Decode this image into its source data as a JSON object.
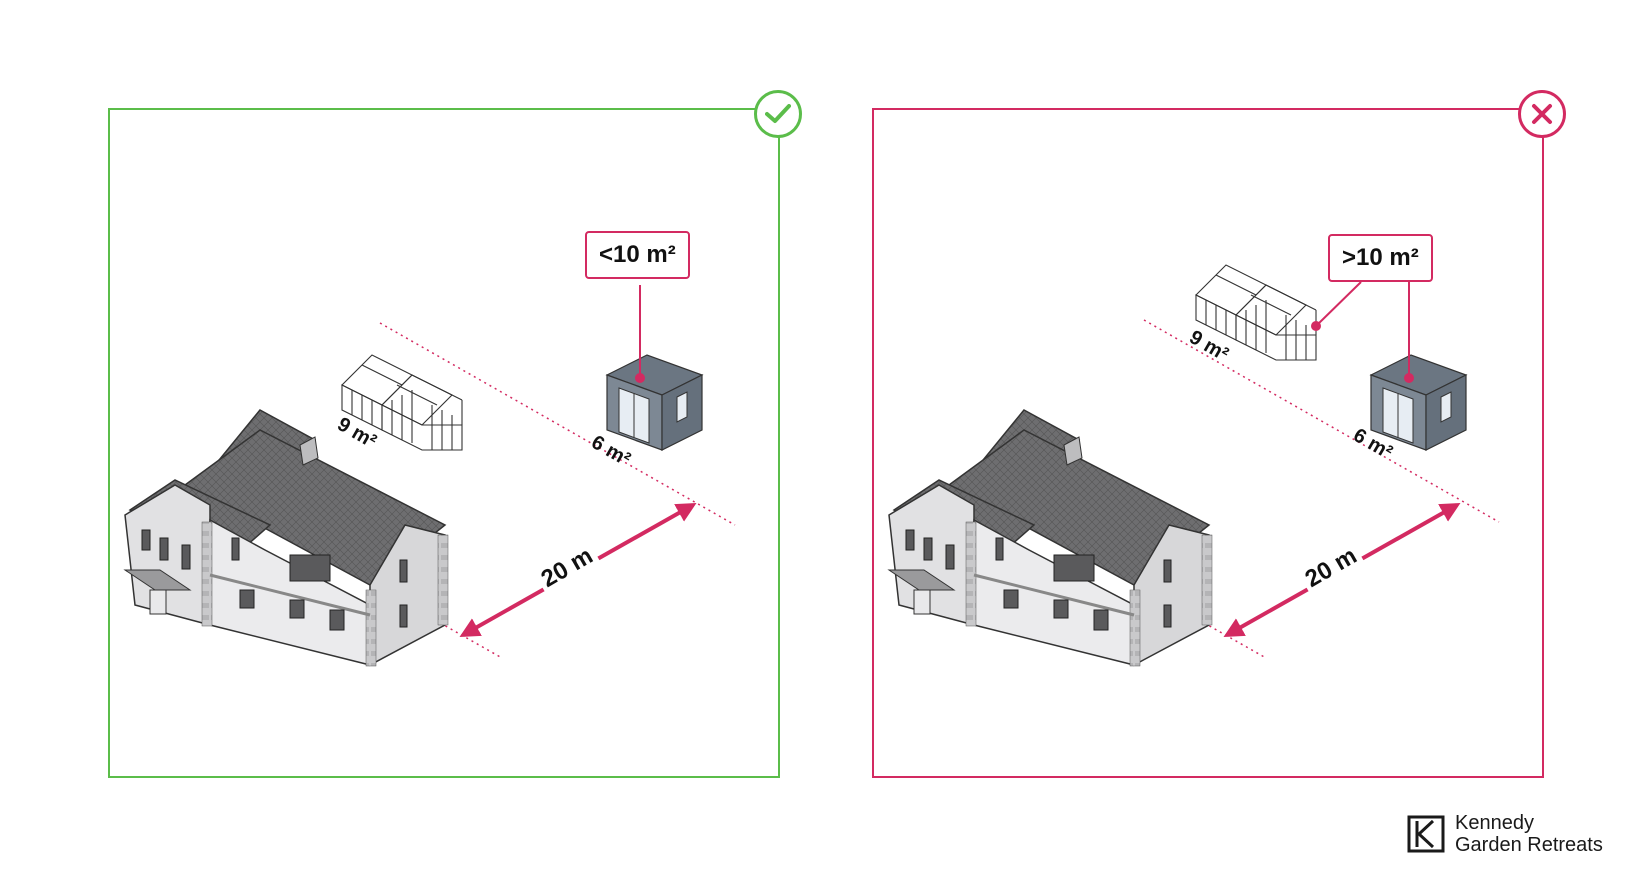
{
  "panels": [
    {
      "status": "allowed",
      "status_icon": "check-icon",
      "accent": "#5bbd4a",
      "callout": "<10 m²",
      "greenhouse_area": "9 m²",
      "office_area": "6 m²",
      "distance": "20 m"
    },
    {
      "status": "not-allowed",
      "status_icon": "cross-icon",
      "accent": "#d32a61",
      "callout": ">10 m²",
      "greenhouse_area": "9 m²",
      "office_area": "6 m²",
      "distance": "20 m"
    }
  ],
  "brand": {
    "line1": "Kennedy",
    "line2": "Garden Retreats",
    "logo_icon": "kgr-logo-icon"
  },
  "colors": {
    "good": "#5bbd4a",
    "bad": "#d32a61",
    "annotation": "#d32a61"
  }
}
